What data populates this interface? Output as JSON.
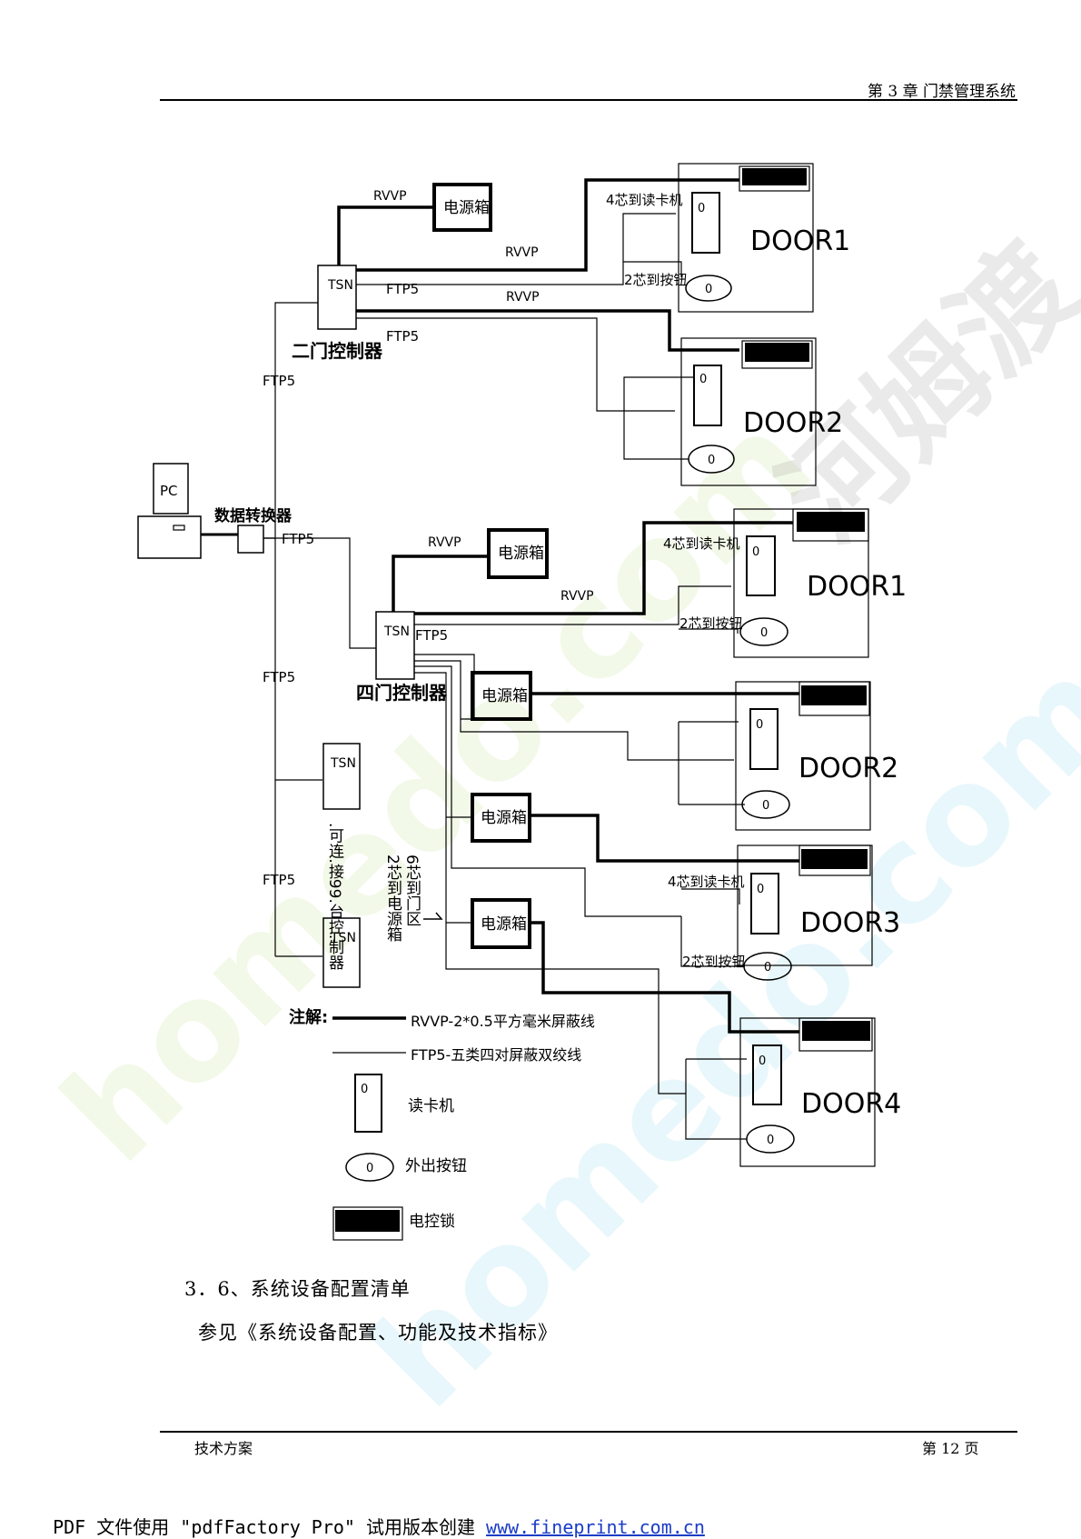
{
  "header": {
    "chapter": "第 3 章  门禁管理系统"
  },
  "diagram": {
    "pc": "PC",
    "converter": "数据转换器",
    "tsn": "TSN",
    "two_door_controller": "二门控制器",
    "four_door_controller": "四门控制器",
    "power_box": "电源箱",
    "cables": {
      "rvvp": "RVVP",
      "ftp5": "FTP5"
    },
    "reader_4core": "4芯到读卡机",
    "button_2core": "2芯到按钮",
    "doors": {
      "door1": "DOOR1",
      "door2": "DOOR2",
      "door3": "DOOR3",
      "door4": "DOOR4"
    },
    "reader_glyph": "0",
    "chain_note": ".可连.接99.台控.制器",
    "power_note": "2芯到电源箱",
    "door_note": "6芯到门区",
    "legend": {
      "title": "注解:",
      "rvvp": "RVVP-2*0.5平方毫米屏蔽线",
      "ftp5": "FTP5-五类四对屏蔽双绞线",
      "reader": "读卡机",
      "button": "外出按钮",
      "lock": "电控锁"
    }
  },
  "body": {
    "section_title": "3．6、系统设备配置清单",
    "section_text": "参见《系统设备配置、功能及技术指标》"
  },
  "footer": {
    "left": "技术方案",
    "right": "第 12 页"
  },
  "pdf_note": {
    "text": "PDF 文件使用 \"pdfFactory Pro\" 试用版本创建 ",
    "link": "www.fineprint.com.cn"
  },
  "watermark": {
    "site": "homedo.com",
    "brand": "河姆渡"
  }
}
